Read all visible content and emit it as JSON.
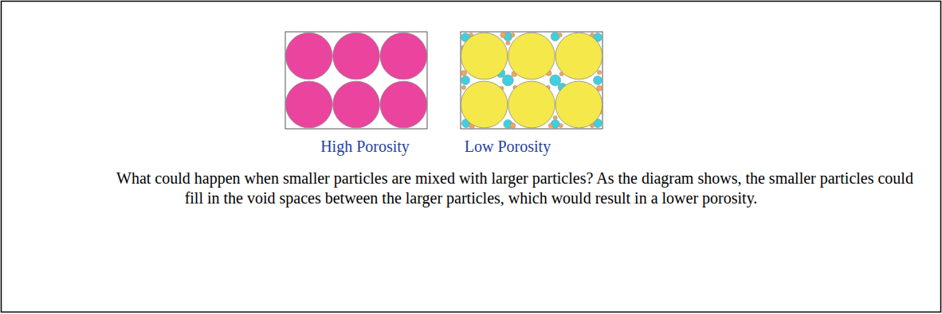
{
  "diagram": {
    "caption": "What could happen when smaller particles are mixed with larger particles? As the diagram shows, the smaller particles could fill in the void spaces between the larger particles, which would result in a lower porosity.",
    "labels": [
      "High Porosity",
      "Low Porosity"
    ]
  }
}
